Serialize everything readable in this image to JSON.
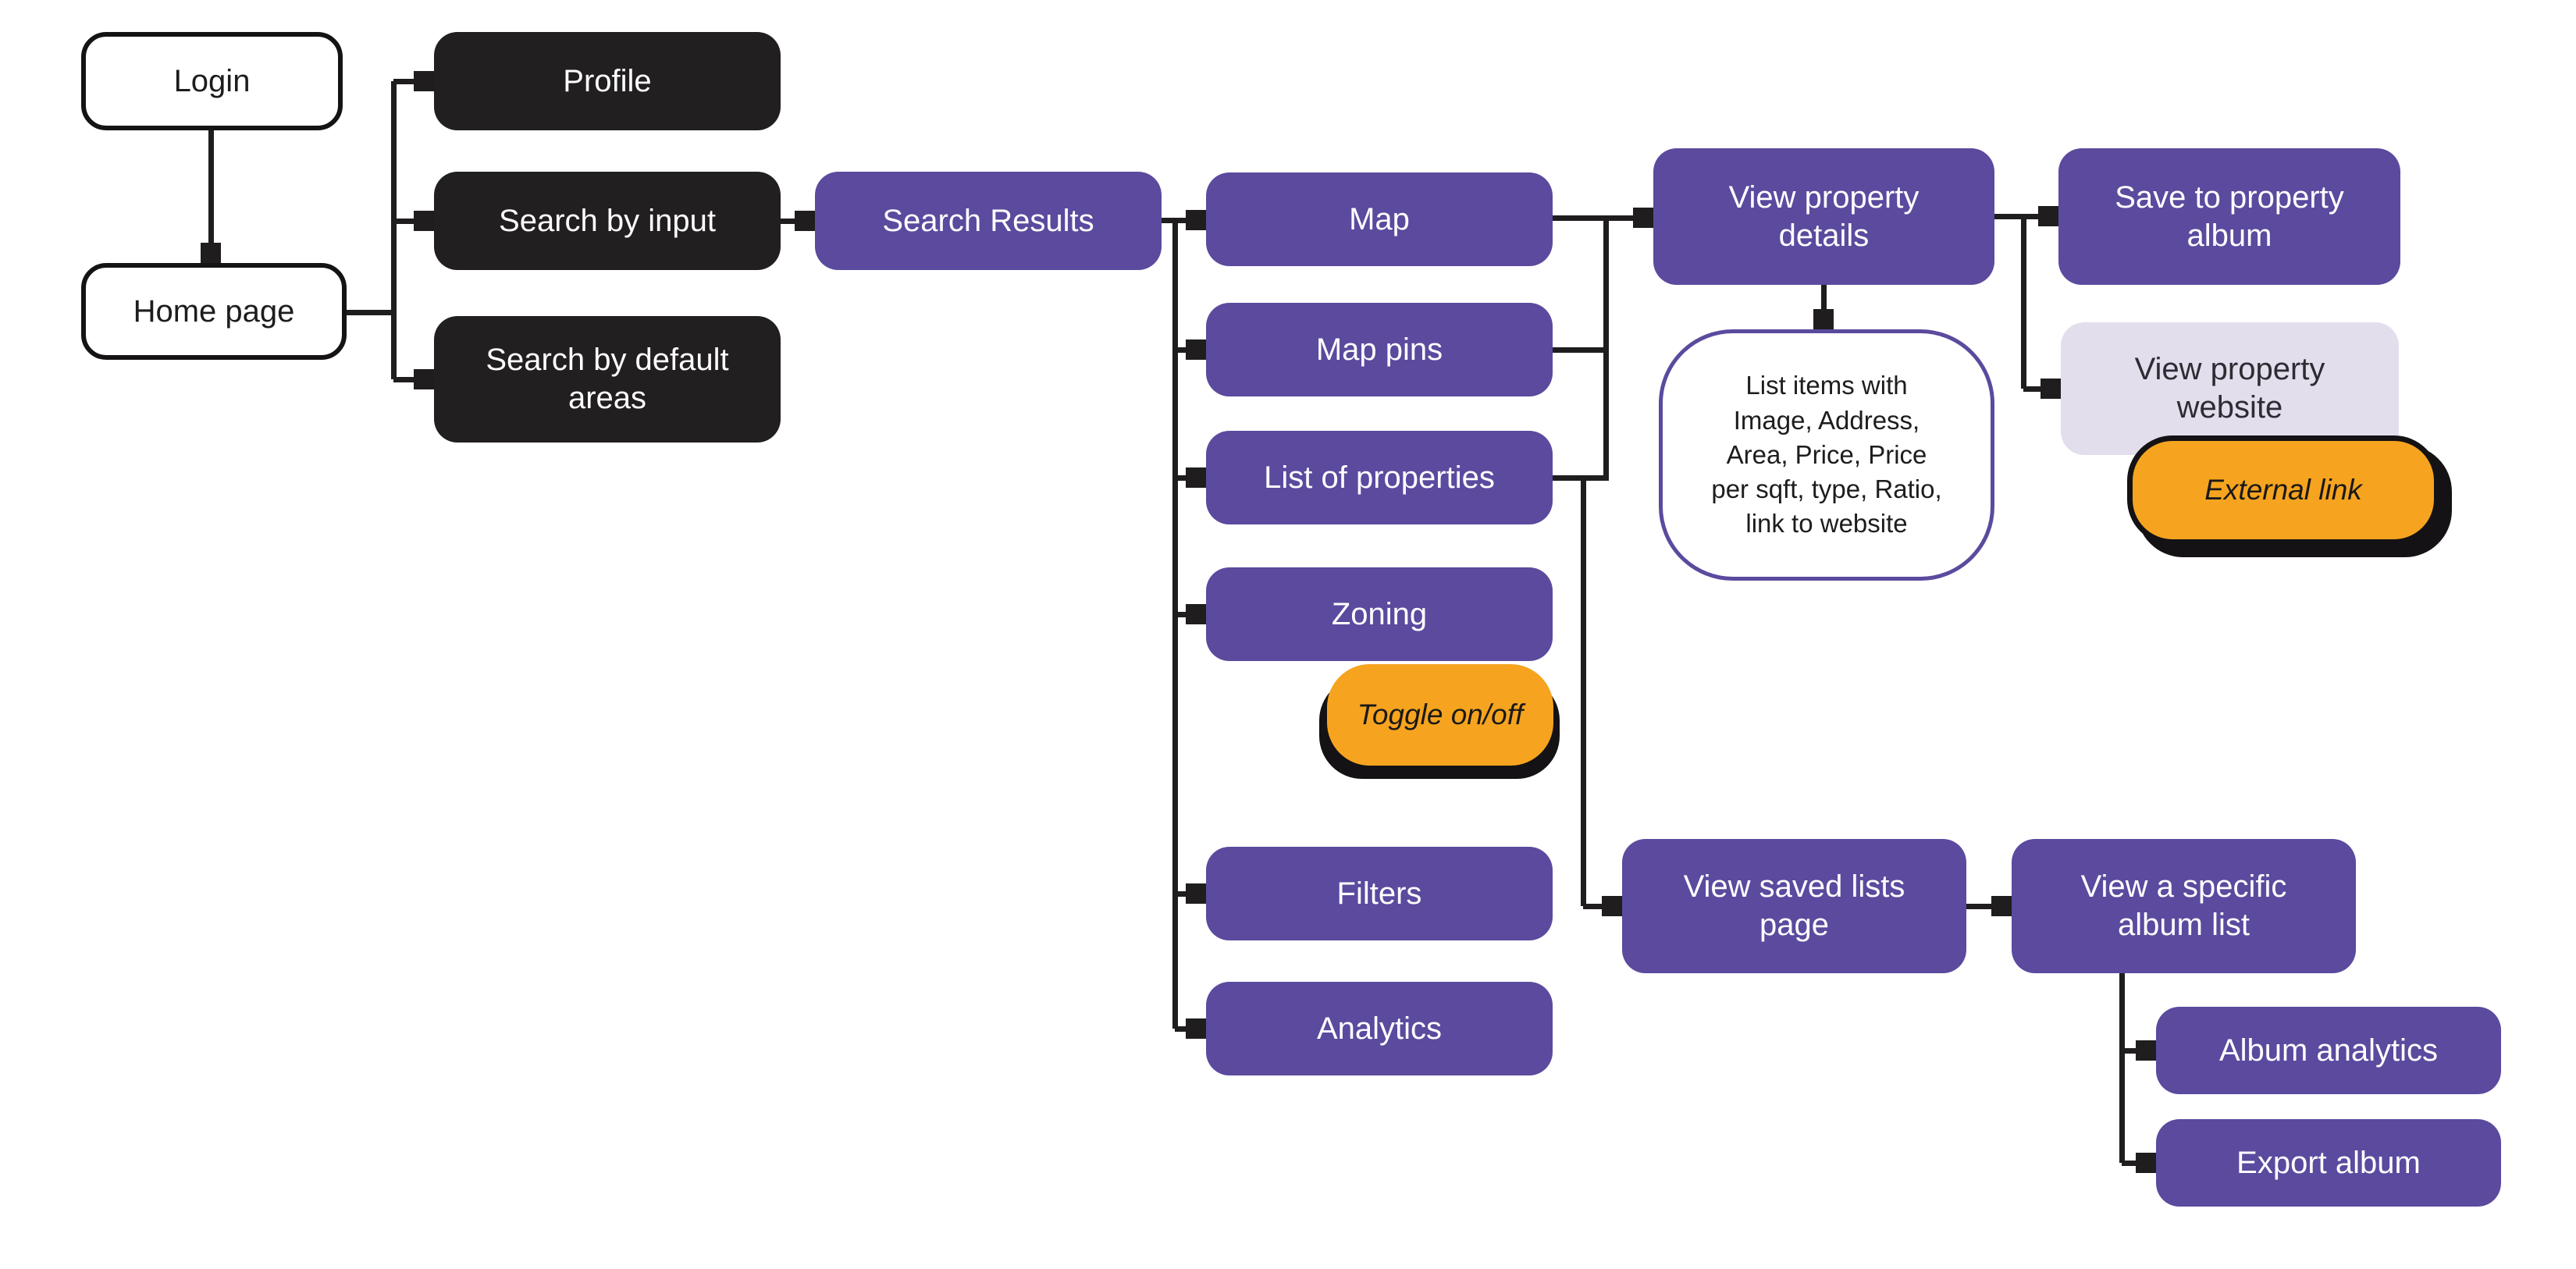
{
  "diagram": {
    "type": "user-flow-flowchart",
    "colors": {
      "purple": "#5B4A9E",
      "black": "#221F20",
      "lavender": "#E2DEEC",
      "orange": "#F6A41F",
      "line": "#1F1D1E",
      "ink": "#1E1C1D",
      "white": "#FFFFFF"
    }
  },
  "nodes": {
    "login": {
      "label": "Login"
    },
    "home": {
      "label": "Home page"
    },
    "profile": {
      "label": "Profile"
    },
    "search_by_input": {
      "label": "Search by input"
    },
    "search_by_default": {
      "label": "Search by default\nareas"
    },
    "search_results": {
      "label": "Search Results"
    },
    "map": {
      "label": "Map"
    },
    "map_pins": {
      "label": "Map pins"
    },
    "list_of_properties": {
      "label": "List of properties"
    },
    "zoning": {
      "label": "Zoning"
    },
    "toggle": {
      "label": "Toggle on/off"
    },
    "filters": {
      "label": "Filters"
    },
    "analytics": {
      "label": "Analytics"
    },
    "view_property_details": {
      "label": "View property\ndetails"
    },
    "list_items_note": {
      "label": "List items with\nImage, Address,\nArea, Price, Price\nper sqft, type, Ratio,\nlink to website"
    },
    "save_to_album": {
      "label": "Save to property\nalbum"
    },
    "view_property_website": {
      "label": "View property\nwebsite"
    },
    "external_link": {
      "label": "External link"
    },
    "view_saved_lists": {
      "label": "View saved lists\npage"
    },
    "view_specific_album": {
      "label": "View a specific\nalbum list"
    },
    "album_analytics": {
      "label": "Album analytics"
    },
    "export_album": {
      "label": "Export album"
    }
  }
}
